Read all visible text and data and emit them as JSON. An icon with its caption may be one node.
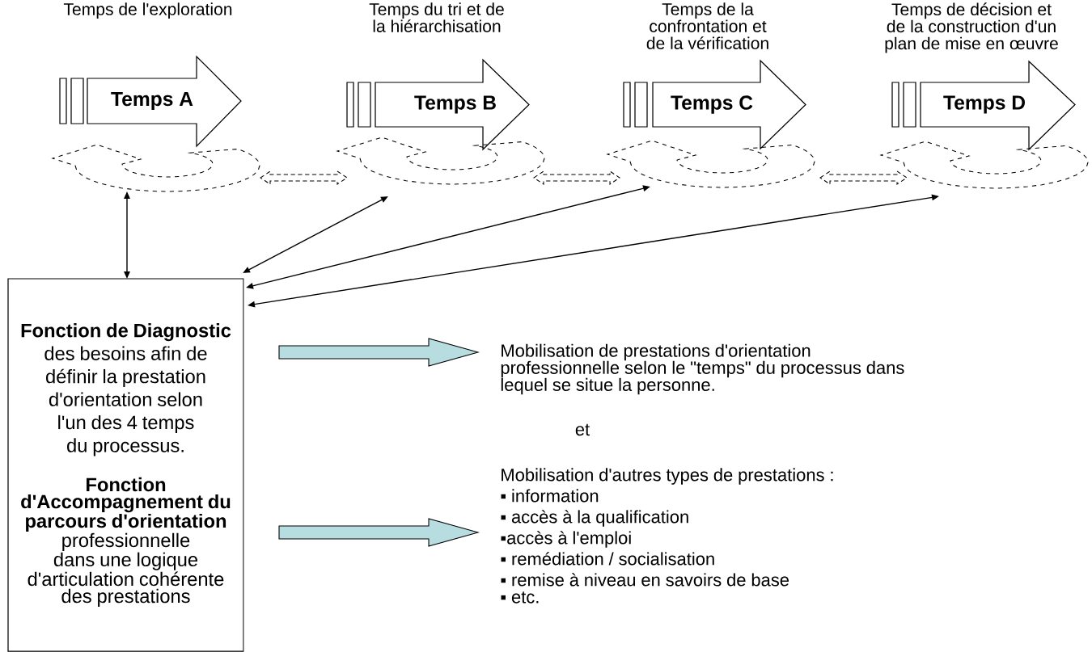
{
  "diagram": {
    "nodes": [
      {
        "text": [
          "Temps A"
        ],
        "beside": [
          "Temps de l'exploration"
        ]
      },
      {
        "text": [
          "Temps B"
        ],
        "beside": [
          "Temps du tri et de la hiérarchisation"
        ]
      },
      {
        "text": [
          "Temps C"
        ],
        "beside": [
          "Temps de la confrontation et de la vérification"
        ]
      },
      {
        "text": [
          "Temps D"
        ],
        "beside": [
          "Temps de décision et de la construction d'un plan de mise en œuvre"
        ]
      },
      {
        "text": [],
        "shape": "circle"
      },
      {
        "text": [],
        "shape": "circle"
      },
      {
        "text": [],
        "shape": "circle"
      },
      {
        "text": [],
        "shape": "circle"
      },
      {
        "text": [
          "**Fonction de Diagnostic** des besoins afin de définir la prestation d'orientation selon l'un des 4 temps du processus.",
          "**Fonction d'Accompagnement du parcours d'orientation** professionnelle dans une logique d'articulation cohérente des prestations"
        ]
      },
      {
        "text": [
          "Mobilisation de prestations d'orientation professionnelle selon le \"temps\" du processus dans lequel se situe la personne."
        ]
      },
      {
        "text": [
          "Mobilisation d'autres types de prestations :",
          "▪ information",
          "▪ accès à la qualification",
          "▪accès à l'emploi",
          "▪ remédiation / socialisation",
          "▪ remise à niveau en savoirs de base",
          "▪ etc."
        ]
      }
    ],
    "edges": [
      {
        "from": 4,
        "to": 5,
        "arrow": "both",
        "style": "dashed"
      },
      {
        "from": 5,
        "to": 6,
        "arrow": "both",
        "style": "dashed"
      },
      {
        "from": 6,
        "to": 7,
        "arrow": "both",
        "style": "dashed"
      },
      {
        "from": 4,
        "to": 8,
        "arrow": "both"
      },
      {
        "from": 5,
        "to": 8,
        "arrow": "both"
      },
      {
        "from": 6,
        "to": 8,
        "arrow": "both"
      },
      {
        "from": 7,
        "to": 8,
        "arrow": "both"
      },
      {
        "from": 8,
        "to": 9,
        "arrow": "to",
        "style": "thick",
        "color": "#b7dde1"
      },
      {
        "from": 8,
        "to": 10,
        "arrow": "to",
        "style": "thick",
        "color": "#b7dde1"
      }
    ],
    "labels": [
      "et"
    ]
  }
}
